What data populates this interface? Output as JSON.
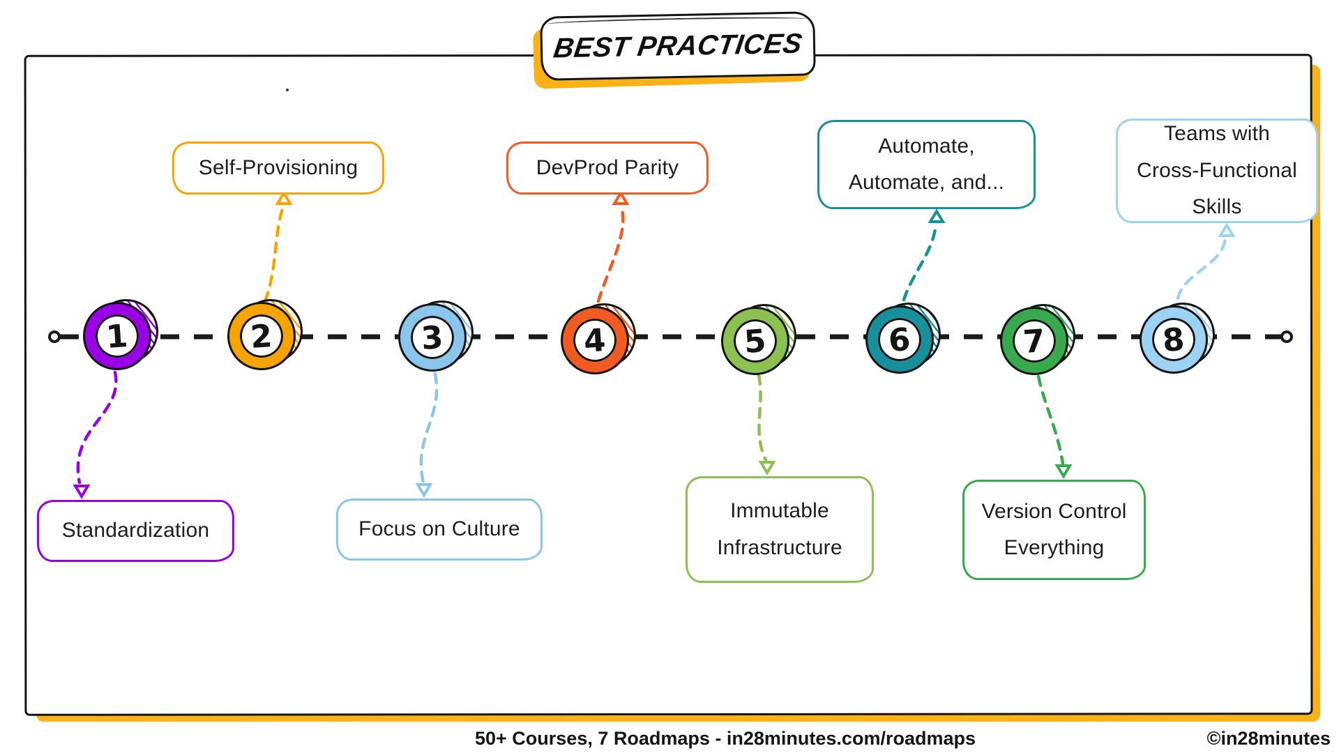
{
  "title": "BEST PRACTICES",
  "colors": {
    "ink": "#1A1A1A",
    "highlight_yellow": "#FBB216",
    "background": "#FFFFFF"
  },
  "items": [
    {
      "number": "1",
      "label": "Standardization",
      "color": "#9A00E6",
      "label_position": "below"
    },
    {
      "number": "2",
      "label": "Self-Provisioning",
      "color": "#F6A500",
      "label_position": "above"
    },
    {
      "number": "3",
      "label": "Focus on Culture",
      "color": "#8AC6EC",
      "label_position": "below"
    },
    {
      "number": "4",
      "label": "DevProd Parity",
      "color": "#F15B22",
      "label_position": "above"
    },
    {
      "number": "5",
      "label": "Immutable Infrastructure",
      "color": "#8CC051",
      "label_position": "below"
    },
    {
      "number": "6",
      "label": "Automate, Automate, and...",
      "color": "#17909C",
      "label_position": "above"
    },
    {
      "number": "7",
      "label": "Version Control Everything",
      "color": "#39A94E",
      "label_position": "below"
    },
    {
      "number": "8",
      "label": "Teams with Cross-Functional Skills",
      "color": "#9CD2F3",
      "label_position": "above"
    }
  ],
  "footer": {
    "center": "50+ Courses, 7 Roadmaps - in28minutes.com/roadmaps",
    "right": "©in28minutes"
  }
}
